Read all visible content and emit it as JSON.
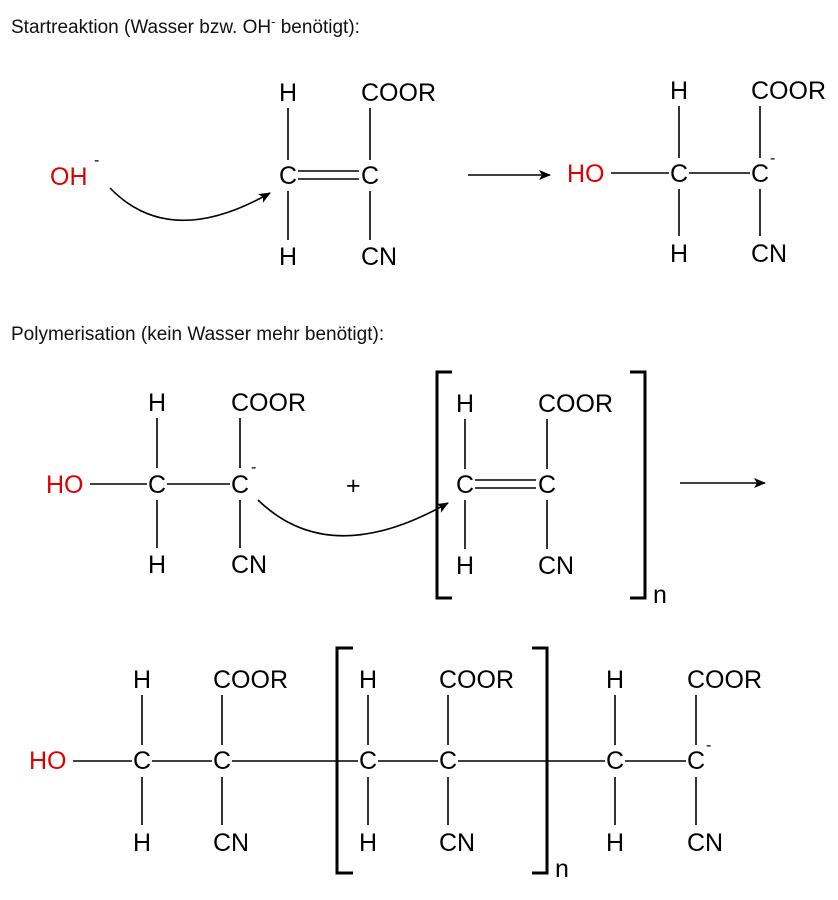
{
  "captions": {
    "start": "Startreaktion (Wasser bzw. OH",
    "start_sup": "-",
    "start_end": " benötigt):",
    "polymer": "Polymerisation (kein Wasser mehr benötigt):"
  },
  "atoms": {
    "hydroxide": "OH",
    "hydroxyl": "HO",
    "carbon": "C",
    "hydrogen": "H",
    "ester": "COOR",
    "nitrile": "CN",
    "repeat": "n",
    "plus": "+",
    "negative": "-"
  },
  "colors": {
    "text": "#000000",
    "highlight": "#e00000"
  }
}
